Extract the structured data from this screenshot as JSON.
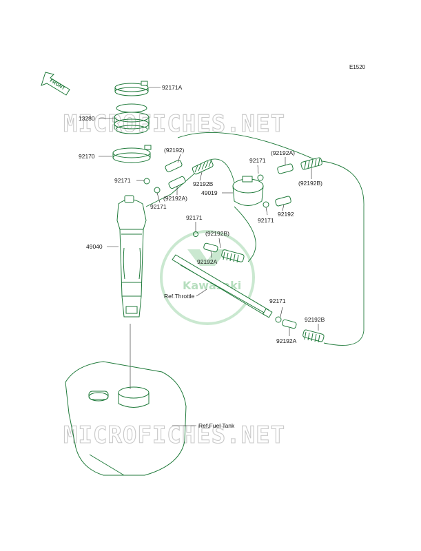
{
  "diagram_code": "E1520",
  "front_label": "FRONT",
  "brand_watermark": "Kawasaki",
  "watermark_text": "MICROFICHES.NET",
  "labels": {
    "p92171A": "92171A",
    "p13280": "13280",
    "p92170": "92170",
    "p92192_top": "(92192)",
    "p92171_left": "92171",
    "p92192B_mid": "92192B",
    "p92192A_mid": "(92192A)",
    "p92171_mid": "92171",
    "p92171_filter_top": "92171",
    "p92192A_filter": "(92192A)",
    "p49019": "49019",
    "p92192B_filter": "(92192B)",
    "p92192_filter": "92192",
    "p92171_filter_bot": "92171",
    "p92171_rail": "92171",
    "p92192B_rail": "(92192B)",
    "p92192A_rail": "92192A",
    "p49040": "49040",
    "ref_throttle": "Ref.Throttle",
    "p92171_right": "92171",
    "p92192B_right": "92192B",
    "p92192A_right": "92192A",
    "ref_fuel_tank": "Ref.Fuel Tank"
  }
}
